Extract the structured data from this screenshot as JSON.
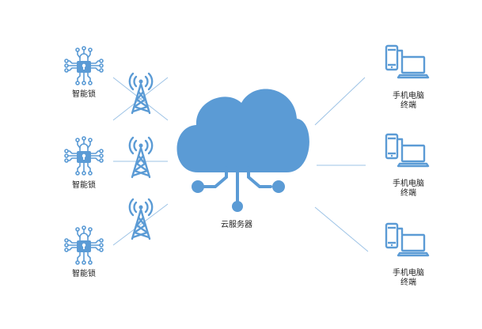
{
  "colors": {
    "primary": "#5b9bd5",
    "line": "#9dc3e6",
    "text": "#222222",
    "background": "#ffffff"
  },
  "nodes": {
    "locks": [
      {
        "label": "智能锁",
        "icon": "smart-lock-icon"
      },
      {
        "label": "智能锁",
        "icon": "smart-lock-icon"
      },
      {
        "label": "智能锁",
        "icon": "smart-lock-icon"
      }
    ],
    "towers": [
      {
        "icon": "signal-tower-icon"
      },
      {
        "icon": "signal-tower-icon"
      },
      {
        "icon": "signal-tower-icon"
      }
    ],
    "server": {
      "label": "云服务器",
      "icon": "cloud-server-icon"
    },
    "devices": [
      {
        "label": "手机电脑终端",
        "icon": "phone-laptop-icon"
      },
      {
        "label": "手机电脑终端",
        "icon": "phone-laptop-icon"
      },
      {
        "label": "手机电脑终端",
        "icon": "phone-laptop-icon"
      }
    ]
  }
}
